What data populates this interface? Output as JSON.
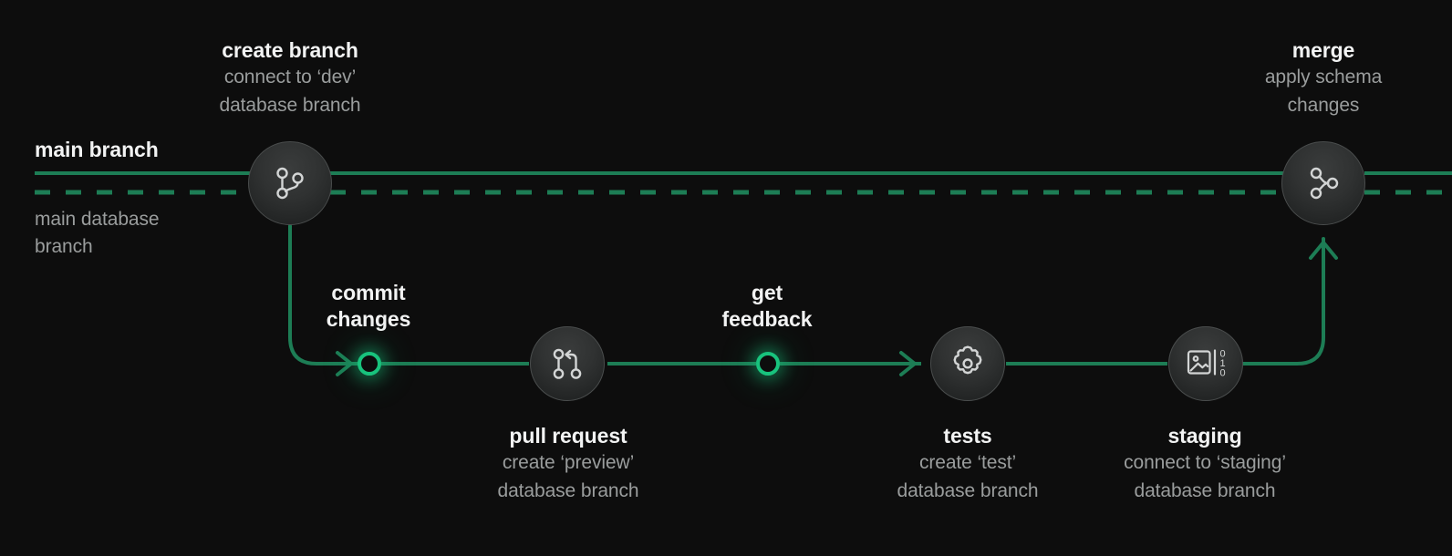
{
  "diagram": {
    "type": "flow",
    "title": "git branching and database branching workflow",
    "background_color": "#0d0d0d",
    "accent_color": "#18c37d",
    "line_color": "#1d7d55",
    "title_text_color": "#f2f3f3",
    "sub_text_color": "#9a9d9d",
    "node_fill_color": "#2e3030"
  },
  "lanes": {
    "main_branch": {
      "label": "main branch",
      "style": "solid",
      "color": "#1d7d55"
    },
    "main_database_branch": {
      "label": "main database\nbranch",
      "label_line1": "main database",
      "label_line2": "branch",
      "style": "dashed",
      "color": "#1d7d55"
    }
  },
  "nodes": [
    {
      "id": "create-branch",
      "title": "create branch",
      "sub_line1": "connect to ‘dev’",
      "sub_line2": "database branch",
      "icon": "git-branch-icon",
      "shape": "circle",
      "label_position": "above"
    },
    {
      "id": "commit-changes",
      "title": "commit\nchanges",
      "title_line1": "commit",
      "title_line2": "changes",
      "sub_line1": "",
      "sub_line2": "",
      "icon": "green-ring-icon",
      "shape": "ring",
      "label_position": "above"
    },
    {
      "id": "pull-request",
      "title": "pull request",
      "sub_line1": "create ‘preview’",
      "sub_line2": "database branch",
      "icon": "git-pull-request-icon",
      "shape": "circle",
      "label_position": "below"
    },
    {
      "id": "get-feedback",
      "title": "get\nfeedback",
      "title_line1": "get",
      "title_line2": "feedback",
      "sub_line1": "",
      "sub_line2": "",
      "icon": "green-ring-icon",
      "shape": "ring",
      "label_position": "above"
    },
    {
      "id": "tests",
      "title": "tests",
      "sub_line1": "create ‘test’",
      "sub_line2": "database branch",
      "icon": "gear-icon",
      "shape": "circle",
      "label_position": "below"
    },
    {
      "id": "staging",
      "title": "staging",
      "sub_line1": "connect to ‘staging’",
      "sub_line2": "database branch",
      "icon": "image-data-icon",
      "shape": "circle",
      "label_position": "below"
    },
    {
      "id": "merge",
      "title": "merge",
      "sub_line1": "apply schema",
      "sub_line2": "changes",
      "icon": "git-merge-icon",
      "shape": "circle",
      "label_position": "above"
    }
  ],
  "icon_glyphs": {
    "staging_bits_line1": "0",
    "staging_bits_line2": "1",
    "staging_bits_line3": "0"
  }
}
